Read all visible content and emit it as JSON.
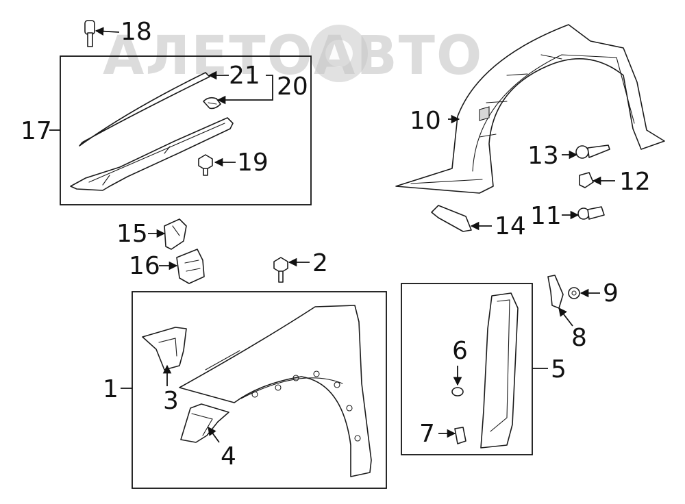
{
  "watermark": {
    "text": "АЛЕТОАВТО"
  },
  "callouts": {
    "c1": "1",
    "c2": "2",
    "c3": "3",
    "c4": "4",
    "c5": "5",
    "c6": "6",
    "c7": "7",
    "c8": "8",
    "c9": "9",
    "c10": "10",
    "c11": "11",
    "c12": "12",
    "c13": "13",
    "c14": "14",
    "c15": "15",
    "c16": "16",
    "c17": "17",
    "c18": "18",
    "c19": "19",
    "c20": "20",
    "c21": "21"
  },
  "colors": {
    "line": "#1a1a1a",
    "watermark": "#c6c6c6",
    "background": "#ffffff"
  }
}
